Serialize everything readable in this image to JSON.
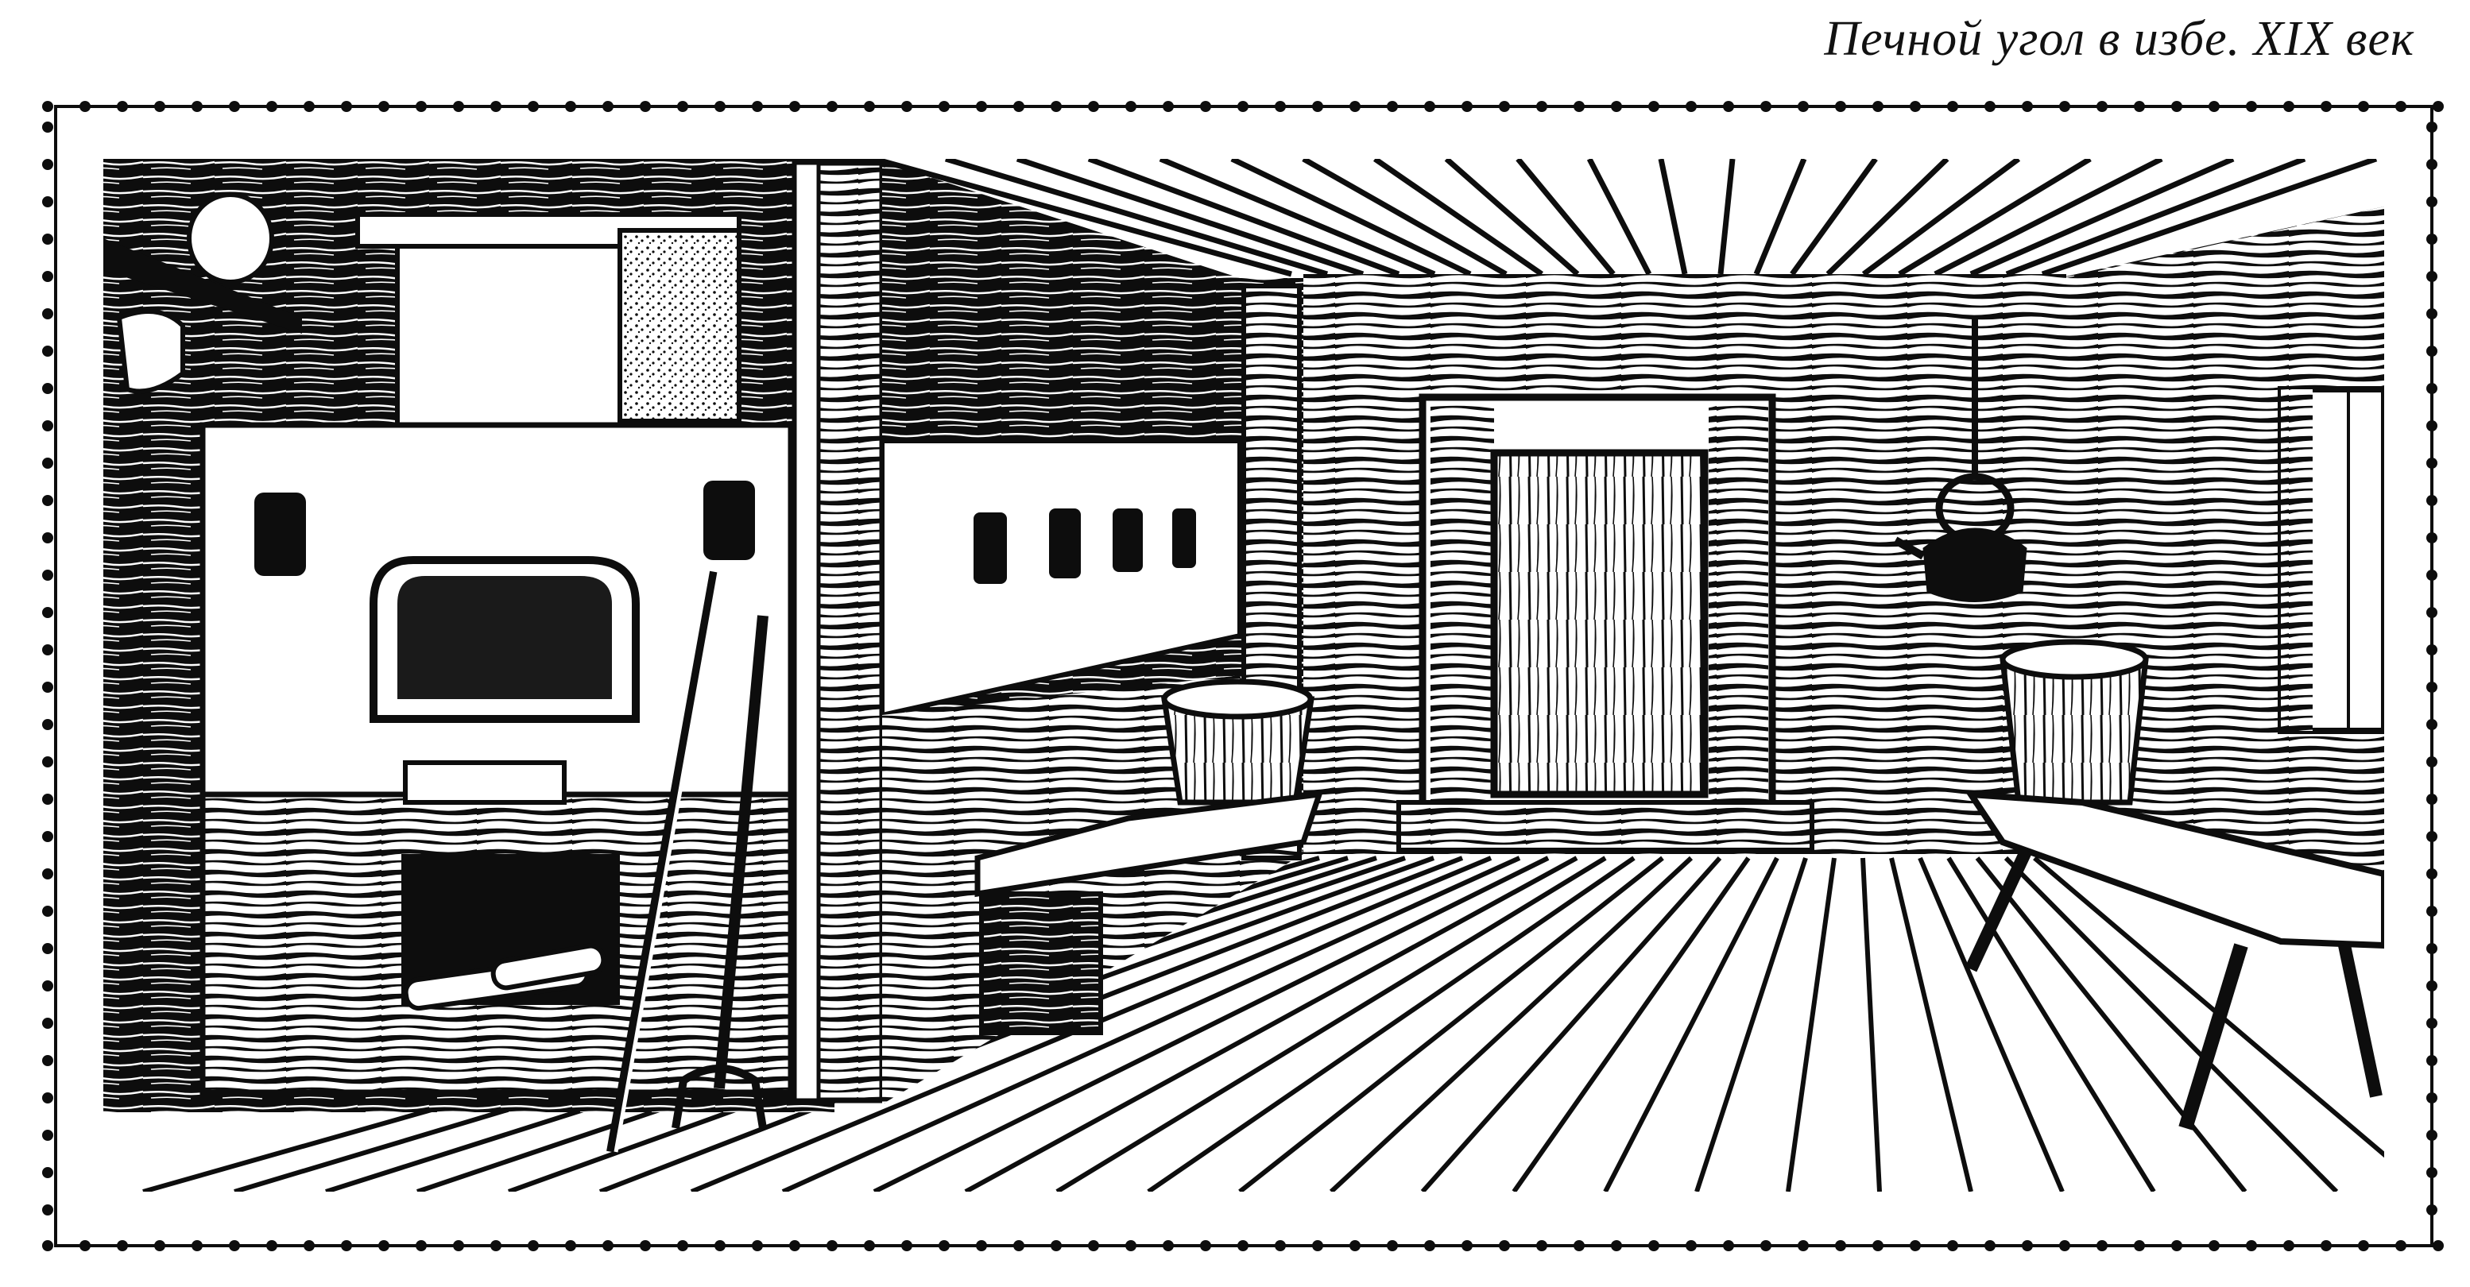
{
  "caption": {
    "text": "Печной угол в избе. XIX век"
  },
  "illustration": {
    "style": "black-and-white woodcut engraving",
    "border": "perforated stamp-like dotted frame",
    "colors": {
      "ink": "#0d0d0d",
      "paper": "#ffffff"
    },
    "objects": [
      "russian-stove",
      "stove-mouth",
      "firewood",
      "chimney-hood",
      "wall-shelf",
      "clay-pot",
      "towel",
      "oven-fork",
      "poker",
      "corner-post",
      "wall-shelf-with-jars",
      "wooden-tub",
      "bench",
      "doorway",
      "door",
      "hanging-kettle",
      "window",
      "plank-floor",
      "ceiling"
    ]
  }
}
